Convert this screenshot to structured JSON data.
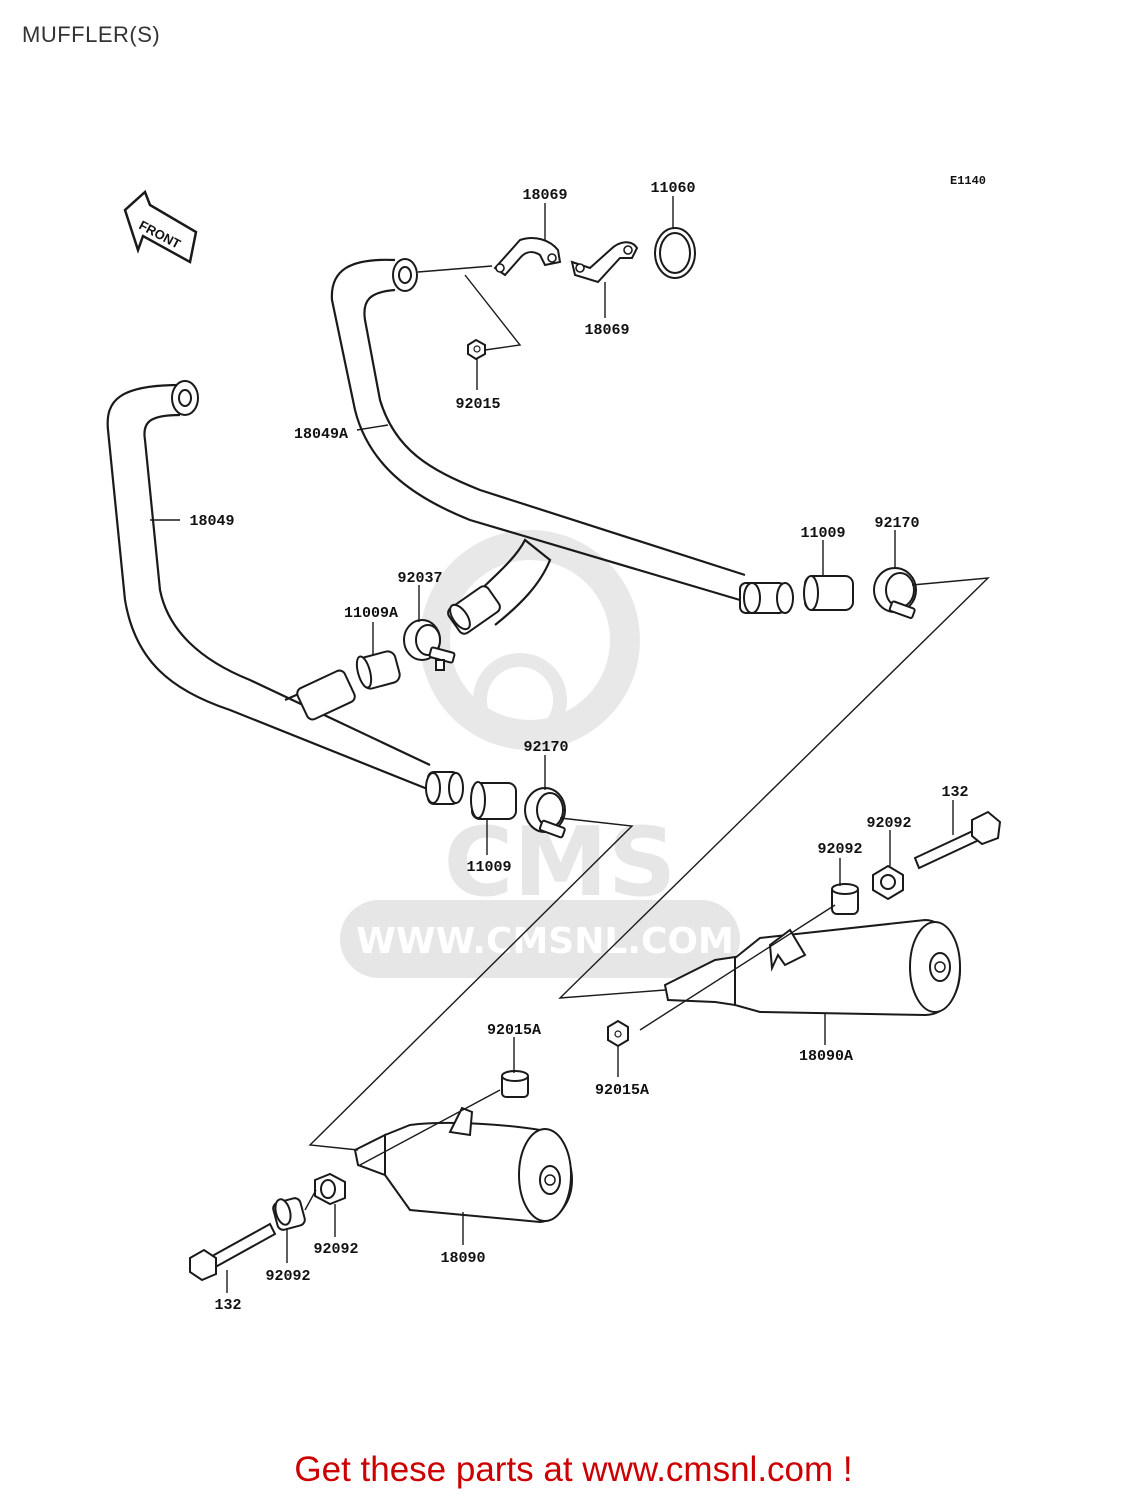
{
  "page": {
    "title": "MUFFLER(S)",
    "footer": "Get these parts at www.cmsnl.com !"
  },
  "diagram": {
    "code": "E1140",
    "front_label": "FRONT",
    "watermark": "WWW.CMSNL.COM",
    "watermark_logo": "CMS",
    "labels": {
      "p18069_top": "18069",
      "p11060": "11060",
      "p18069_mid": "18069",
      "p92015": "92015",
      "p18049A": "18049A",
      "p18049": "18049",
      "p11009_right": "11009",
      "p92170_right": "92170",
      "p92037": "92037",
      "p11009A": "11009A",
      "p92170_lower": "92170",
      "p11009_lower": "11009",
      "p132_right": "132",
      "p92092_a": "92092",
      "p92092_b": "92092",
      "p18090A": "18090A",
      "p92015A_upper": "92015A",
      "p92015A_lower": "92015A",
      "p92092_c": "92092",
      "p92092_d": "92092",
      "p18090": "18090",
      "p132_left": "132"
    }
  }
}
